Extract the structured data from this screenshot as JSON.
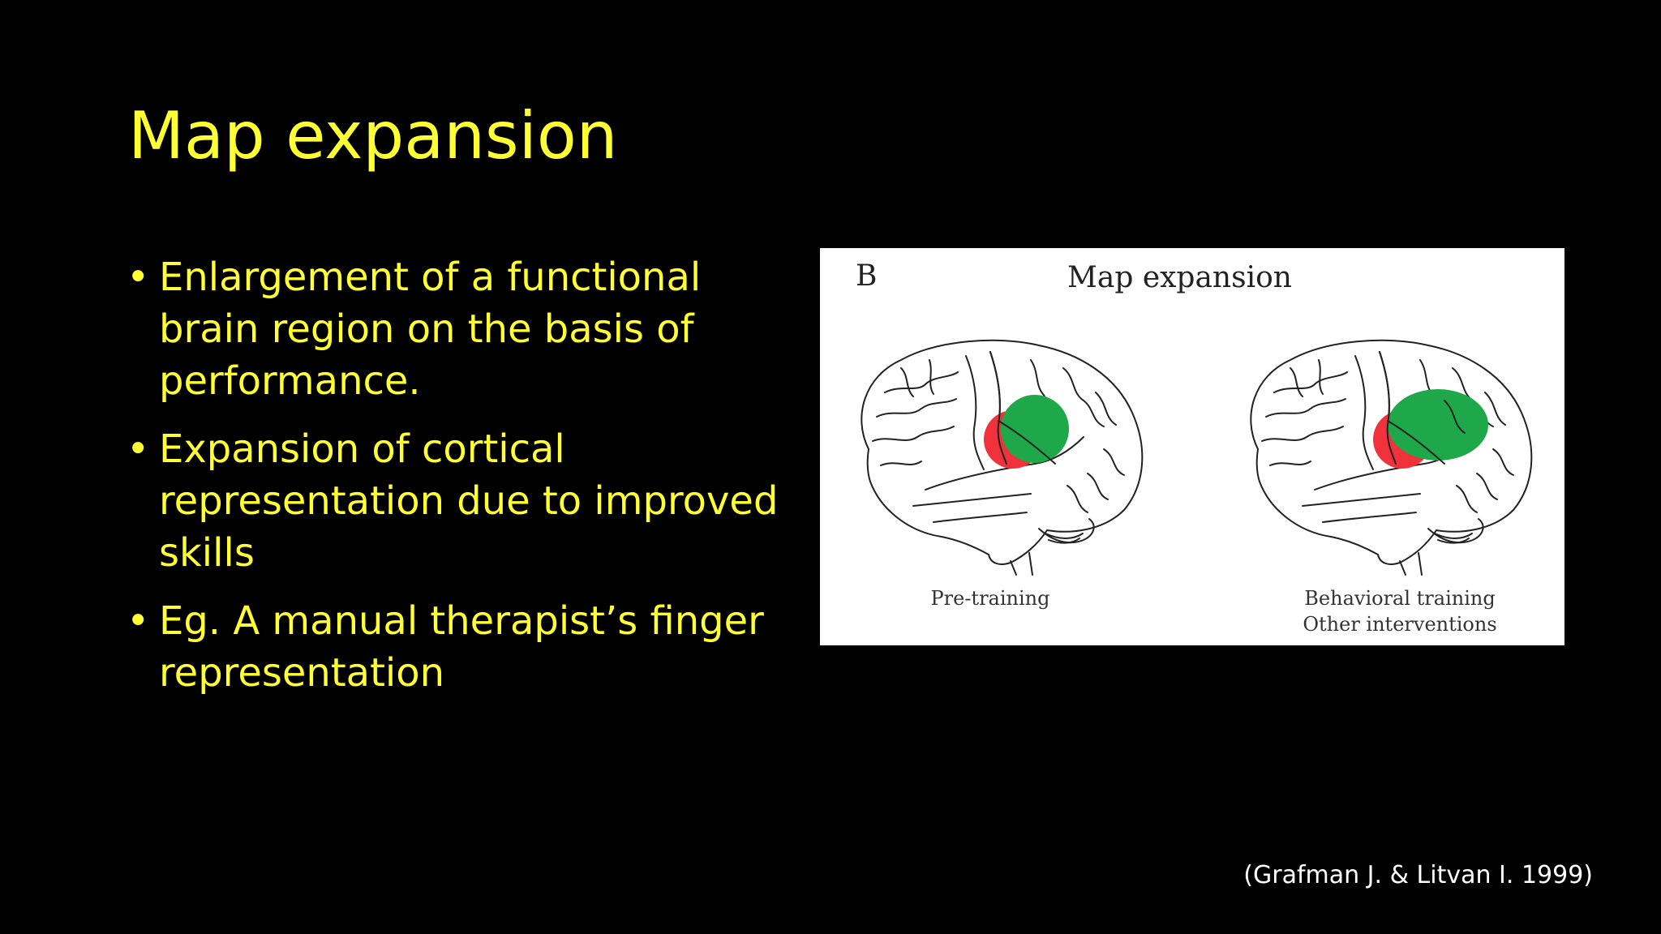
{
  "slide": {
    "title": "Map expansion",
    "bullets": [
      "Enlargement of a functional brain region on the basis of performance.",
      "Expansion of cortical representation due to improved skills",
      "Eg. A manual therapist’s finger representation"
    ],
    "bullet_marker": "•",
    "citation": "(Grafman J. & Litvan I. 1999)"
  },
  "figure": {
    "panel_label": "B",
    "title": "Map expansion",
    "left_caption": "Pre-training",
    "right_caption_line1": "Behavioral training",
    "right_caption_line2": "Other interventions"
  },
  "colors": {
    "background": "#000000",
    "title_text": "#ffff33",
    "bullet_text": "#ffff33",
    "citation_text": "#ffffff",
    "expansion_green": "#1fa84a",
    "baseline_red": "#f0323c"
  }
}
